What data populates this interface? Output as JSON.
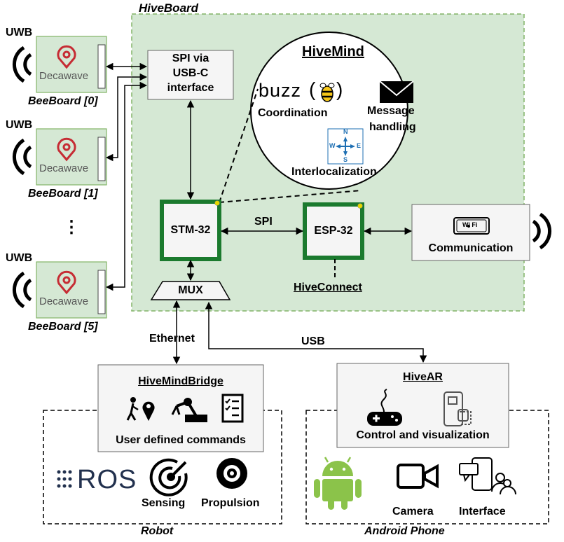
{
  "hiveboard": {
    "title": "HiveBoard"
  },
  "beeboards": [
    {
      "uwb": "UWB",
      "brand": "Decawave",
      "label": "BeeBoard [0]"
    },
    {
      "uwb": "UWB",
      "brand": "Decawave",
      "label": "BeeBoard [1]"
    },
    {
      "uwb": "UWB",
      "brand": "Decawave",
      "label": "BeeBoard [5]"
    }
  ],
  "ellipsis": "⋮",
  "spi_usb": {
    "line1": "SPI via",
    "line2": "USB-C",
    "line3": "interface"
  },
  "hivemind": {
    "title": "HiveMind",
    "buzz": "buzz",
    "coordination": "Coordination",
    "message_line1": "Message",
    "message_line2": "handling",
    "interlocalization": "Interlocalization",
    "compass": {
      "n": "N",
      "s": "S",
      "e": "E",
      "w": "W"
    }
  },
  "stm": "STM-32",
  "esp": "ESP-32",
  "spi_link": "SPI",
  "hiveconnect": "HiveConnect",
  "communication": "Communication",
  "wifi": "Wi Fi",
  "mux": "MUX",
  "ethernet": "Ethernet",
  "usb": "USB",
  "hivemindbridge": {
    "title": "HiveMindBridge",
    "commands": "User defined commands"
  },
  "robot": {
    "label": "Robot",
    "ros": "ROS",
    "sensing": "Sensing",
    "propulsion": "Propulsion"
  },
  "hivear": {
    "title": "HiveAR",
    "control": "Control and visualization"
  },
  "android": {
    "label": "Android Phone",
    "camera": "Camera",
    "interface": "Interface"
  },
  "colors": {
    "board_fill": "#d5e8d4",
    "board_border": "#82b366",
    "chip_border": "#1b7a2e",
    "chip_fill": "#f5f5f5",
    "decawave_red": "#c62c34",
    "bee_yellow": "#f5c518",
    "android_green": "#8bc34a",
    "compass_blue": "#1e6fb3"
  }
}
